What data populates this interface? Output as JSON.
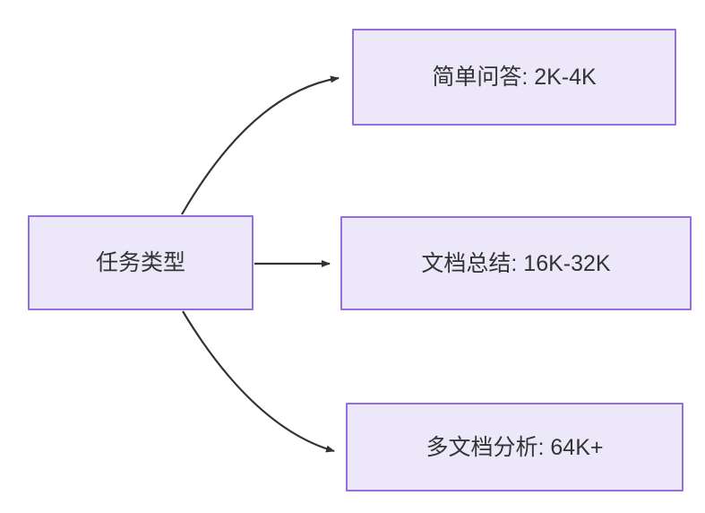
{
  "diagram": {
    "type": "flowchart",
    "direction": "left-to-right",
    "background_color": "#ffffff",
    "node_fill_color": "#ece8fa",
    "node_border_color": "#9370db",
    "node_text_color": "#333333",
    "edge_color": "#333333",
    "title": "任务类型"
  },
  "nodes": {
    "source": {
      "id": "source",
      "label": "任务类型"
    },
    "simple_qa": {
      "id": "simple-qa",
      "label": "简单问答: 2K-4K"
    },
    "doc_summary": {
      "id": "doc-summary",
      "label": "文档总结: 16K-32K"
    },
    "multi_doc": {
      "id": "multi-doc",
      "label": "多文档分析: 64K+"
    }
  },
  "edges": [
    {
      "id": "edge-source-to-simple-qa",
      "from": "source",
      "to": "simple_qa",
      "label": "",
      "style": "curved",
      "arrowhead": "filled-triangle"
    },
    {
      "id": "edge-source-to-doc-summary",
      "from": "source",
      "to": "doc_summary",
      "label": "",
      "style": "straight",
      "arrowhead": "filled-triangle"
    },
    {
      "id": "edge-source-to-multi-doc",
      "from": "source",
      "to": "multi_doc",
      "label": "",
      "style": "curved",
      "arrowhead": "filled-triangle"
    }
  ]
}
